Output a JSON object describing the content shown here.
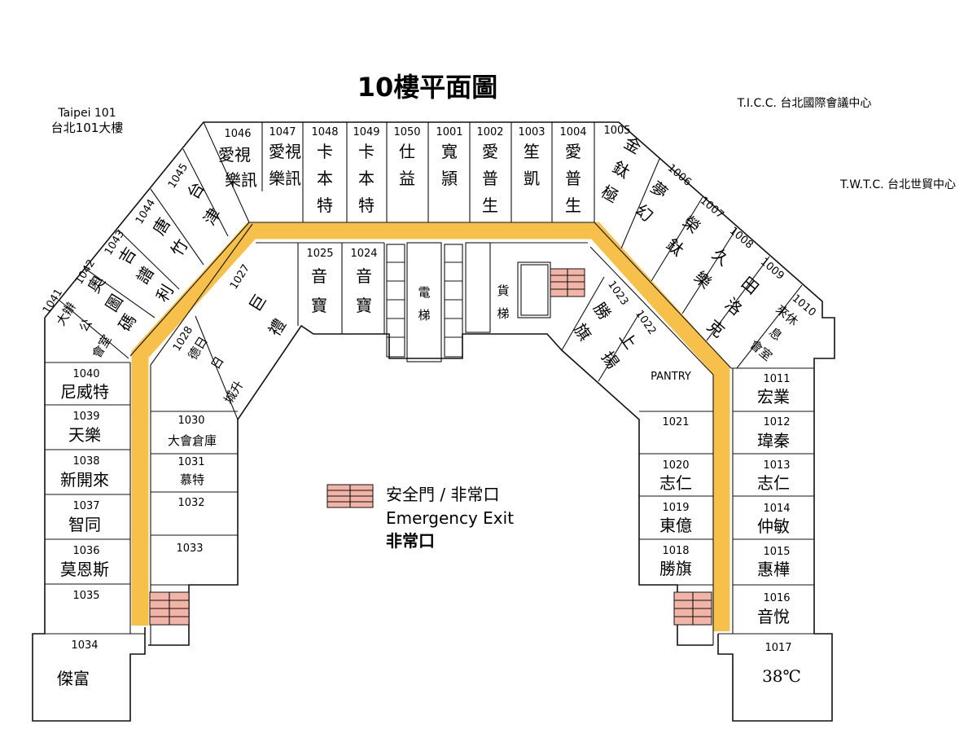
{
  "title": "10樓平面圖",
  "landmarks": {
    "taipei101_en": "Taipei  101",
    "taipei101_zh": "台北101大樓",
    "ticc": "T.I.C.C. 台北國際會議中心",
    "twtc": "T.W.T.C. 台北世貿中心"
  },
  "legend": {
    "line1": "安全門 / 非常口",
    "line2": "Emergency Exit",
    "line3": "非常口",
    "stair_color": "#f2b4a6"
  },
  "colors": {
    "corridor": "#f7c04a",
    "stair": "#f2b4a6"
  },
  "core": {
    "elevator": [
      "電",
      "梯"
    ],
    "freight": [
      "貨",
      "梯"
    ],
    "pantry": "PANTRY"
  },
  "rooms": {
    "r1046": {
      "num": "1046",
      "name": [
        "愛視",
        "樂訊"
      ]
    },
    "r1047": {
      "num": "1047",
      "name": [
        "愛視",
        "樂訊"
      ]
    },
    "r1048": {
      "num": "1048",
      "name": [
        "卡",
        "本",
        "特"
      ]
    },
    "r1049": {
      "num": "1049",
      "name": [
        "卡",
        "本",
        "特"
      ]
    },
    "r1050": {
      "num": "1050",
      "name": [
        "仕",
        "益"
      ]
    },
    "r1001": {
      "num": "1001",
      "name": [
        "寬",
        "頴"
      ]
    },
    "r1002": {
      "num": "1002",
      "name": [
        "愛",
        "普",
        "生"
      ]
    },
    "r1003": {
      "num": "1003",
      "name": [
        "笙",
        "凱"
      ]
    },
    "r1004": {
      "num": "1004",
      "name": [
        "愛",
        "普",
        "生"
      ]
    },
    "r1005": {
      "num": "1005",
      "name": [
        "金",
        "鈦",
        "極"
      ]
    },
    "r1006": {
      "num": "1006",
      "name": [
        "夢",
        "幻"
      ]
    },
    "r1007": {
      "num": "1007",
      "name": [
        "榮",
        "鈦"
      ]
    },
    "r1008": {
      "num": "1008",
      "name": [
        "久",
        "樂"
      ]
    },
    "r1009": {
      "num": "1009",
      "name": [
        "田",
        "洛",
        "克"
      ]
    },
    "r1010": {
      "num": "1010",
      "name": [
        "來休",
        "息",
        "會室"
      ]
    },
    "r1045": {
      "num": "1045",
      "name": [
        "台",
        "津"
      ]
    },
    "r1044": {
      "num": "1044",
      "name": [
        "唐",
        "竹"
      ]
    },
    "r1043": {
      "num": "1043",
      "name": [
        "吉",
        "譜",
        "利"
      ]
    },
    "r1042": {
      "num": "1042",
      "name": [
        "奧",
        "圖",
        "碼"
      ]
    },
    "r1041": {
      "num": "1041",
      "name": [
        "大辦",
        "公",
        "會室"
      ]
    },
    "r1025": {
      "num": "1025",
      "name": [
        "音",
        "寶"
      ]
    },
    "r1024": {
      "num": "1024",
      "name": [
        "音",
        "寶"
      ]
    },
    "r1027": {
      "num": "1027",
      "name": [
        "巨",
        "禮"
      ]
    },
    "r1028": {
      "num": "1028",
      "name": [
        "德日",
        "日",
        "城升"
      ]
    },
    "r1023": {
      "num": "1023",
      "name": [
        "勝",
        "旗"
      ]
    },
    "r1022": {
      "num": "1022",
      "name": [
        "上",
        "揚"
      ]
    },
    "r1040": {
      "num": "1040",
      "name": "尼威特"
    },
    "r1039": {
      "num": "1039",
      "name": "天樂"
    },
    "r1038": {
      "num": "1038",
      "name": "新開來"
    },
    "r1037": {
      "num": "1037",
      "name": "智同"
    },
    "r1036": {
      "num": "1036",
      "name": "莫恩斯"
    },
    "r1035": {
      "num": "1035",
      "name": ""
    },
    "r1034": {
      "num": "1034",
      "name": "傑富"
    },
    "r1030": {
      "num": "1030",
      "name": "大會倉庫"
    },
    "r1031": {
      "num": "1031",
      "name": "慕特"
    },
    "r1032": {
      "num": "1032",
      "name": ""
    },
    "r1033": {
      "num": "1033",
      "name": ""
    },
    "r1021": {
      "num": "1021",
      "name": ""
    },
    "r1020": {
      "num": "1020",
      "name": "志仁"
    },
    "r1019": {
      "num": "1019",
      "name": "東億"
    },
    "r1018": {
      "num": "1018",
      "name": "勝旗"
    },
    "r1011": {
      "num": "1011",
      "name": "宏業"
    },
    "r1012": {
      "num": "1012",
      "name": "瑋秦"
    },
    "r1013": {
      "num": "1013",
      "name": "志仁"
    },
    "r1014": {
      "num": "1014",
      "name": "仲敏"
    },
    "r1015": {
      "num": "1015",
      "name": "惠樺"
    },
    "r1016": {
      "num": "1016",
      "name": "音悅"
    },
    "r1017": {
      "num": "1017",
      "name": "38℃"
    }
  }
}
